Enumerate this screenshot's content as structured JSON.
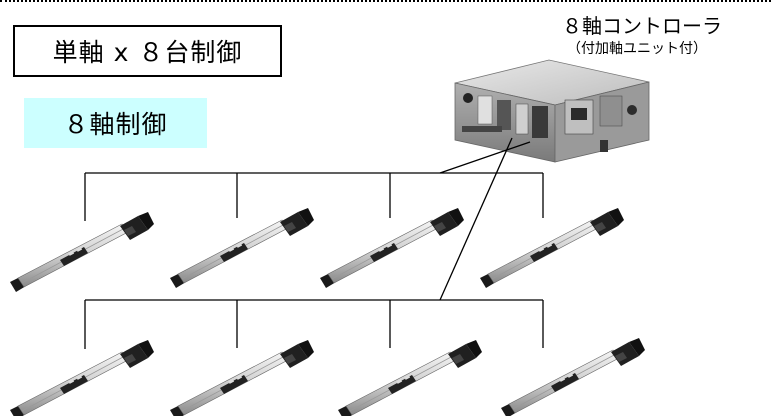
{
  "title_box": {
    "label": "単軸 x ８台制御"
  },
  "subtitle_box": {
    "label": "８軸制御"
  },
  "controller": {
    "name": "８軸コントローラ",
    "note": "（付加軸ユニット付）"
  },
  "actuator_rows": [
    {
      "actuators": [
        {
          "icon": "linear-actuator-icon"
        },
        {
          "icon": "linear-actuator-icon"
        },
        {
          "icon": "linear-actuator-icon"
        },
        {
          "icon": "linear-actuator-icon"
        }
      ]
    },
    {
      "actuators": [
        {
          "icon": "linear-actuator-icon"
        },
        {
          "icon": "linear-actuator-icon"
        },
        {
          "icon": "linear-actuator-icon"
        },
        {
          "icon": "linear-actuator-icon"
        }
      ]
    }
  ],
  "colors": {
    "subtitle_bg": "#ccffff",
    "line": "#000000"
  }
}
